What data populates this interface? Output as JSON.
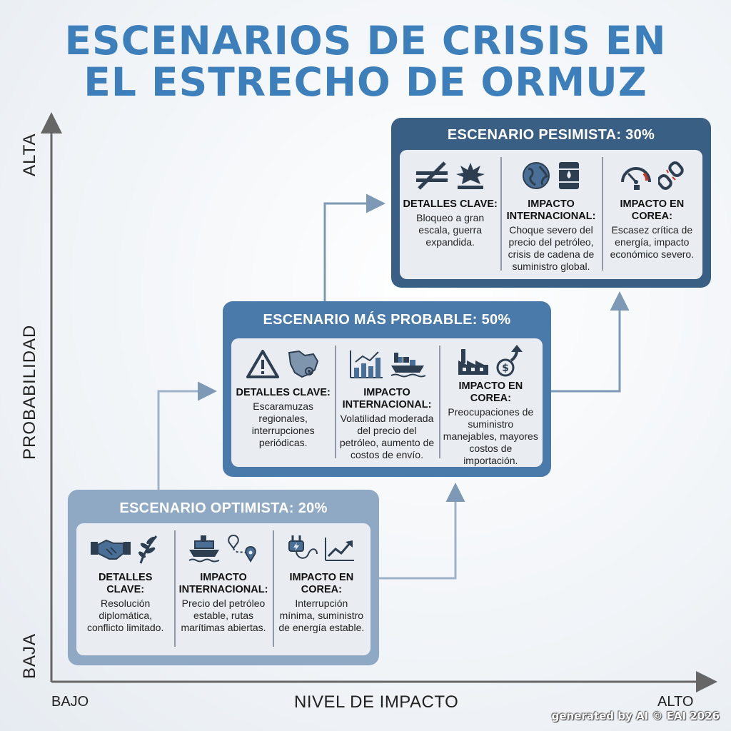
{
  "title": {
    "line1": "ESCENARIOS DE CRISIS EN",
    "line2": "EL ESTRECHO DE ORMUZ"
  },
  "axes": {
    "y_title": "PROBABILIDAD",
    "y_high": "ALTA",
    "y_low": "BAJA",
    "x_title": "NIVEL DE IMPACTO",
    "x_low": "BAJO",
    "x_high": "ALTO"
  },
  "colors": {
    "optimist": "#8fa8c4",
    "probable": "#4a7aaa",
    "pessimist": "#3a5f84",
    "title": "#3d7fba",
    "arrow": "#7e99b5"
  },
  "scenarios": {
    "optimist": {
      "title": "ESCENARIO OPTIMISTA: 20%",
      "cols": [
        {
          "head": "DETALLES CLAVE:",
          "body": "Resolución diplomática, conflicto limitado.",
          "icons": [
            "handshake-icon",
            "olive-branch-icon"
          ]
        },
        {
          "head": "IMPACTO INTERNACIONAL:",
          "body": "Precio del petróleo estable, rutas marítimas abiertas.",
          "icons": [
            "ship-icon",
            "route-pin-icon"
          ]
        },
        {
          "head": "IMPACTO EN COREA:",
          "body": "Interrupción mínima, suministro de energía estable.",
          "icons": [
            "power-plug-icon",
            "trend-up-icon"
          ]
        }
      ]
    },
    "probable": {
      "title": "ESCENARIO MÁS PROBABLE: 50%",
      "cols": [
        {
          "head": "DETALLES CLAVE:",
          "body": "Escaramuzas regionales, interrupciones periódicas.",
          "icons": [
            "warning-icon",
            "map-region-icon"
          ]
        },
        {
          "head": "IMPACTO INTERNACIONAL:",
          "body": "Volatilidad moderada del precio del petróleo, aumento de costos de envío.",
          "icons": [
            "bar-chart-icon",
            "cargo-ship-icon"
          ]
        },
        {
          "head": "IMPACTO EN COREA:",
          "body": "Preocupaciones de suministro manejables, mayores costos de importación.",
          "icons": [
            "factory-icon",
            "coin-arrow-icon"
          ]
        }
      ]
    },
    "pessimist": {
      "title": "ESCENARIO PESIMISTA: 30%",
      "cols": [
        {
          "head": "DETALLES CLAVE:",
          "body": "Bloqueo a gran escala, guerra expandida.",
          "icons": [
            "blockade-icon",
            "explosion-icon"
          ]
        },
        {
          "head": "IMPACTO INTERNACIONAL:",
          "body": "Choque severo del precio del petróleo, crisis de cadena de suministro global.",
          "icons": [
            "globe-icon",
            "oil-barrel-icon"
          ]
        },
        {
          "head": "IMPACTO EN COREA:",
          "body": "Escasez crítica de energía, impacto económico severo.",
          "icons": [
            "fuel-gauge-icon",
            "broken-chain-icon"
          ]
        }
      ]
    }
  },
  "footer": "generated by AI © EAI 2026"
}
